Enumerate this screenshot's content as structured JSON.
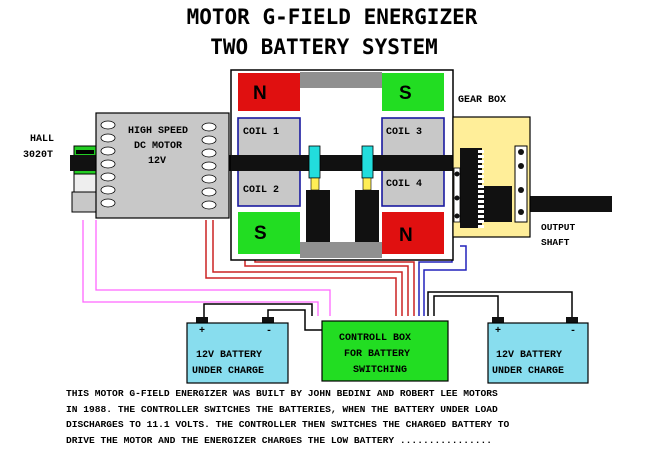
{
  "title": {
    "line1": "MOTOR G-FIELD ENERGIZER",
    "line2": "TWO BATTERY SYSTEM"
  },
  "hall_sensor": {
    "line1": "HALL",
    "line2": "3020T"
  },
  "dc_motor": {
    "line1": "HIGH SPEED",
    "line2": "DC MOTOR",
    "line3": "12V"
  },
  "energizer": {
    "pole_top_left": "N",
    "pole_top_right": "S",
    "pole_bottom_left": "S",
    "pole_bottom_right": "N",
    "coil1": "COIL 1",
    "coil2": "COIL 2",
    "coil3": "COIL 3",
    "coil4": "COIL 4"
  },
  "gear_box": {
    "label": "GEAR BOX"
  },
  "output_shaft": {
    "line1": "OUTPUT",
    "line2": "SHAFT"
  },
  "battery_left": {
    "line1": "12V BATTERY",
    "line2": "UNDER CHARGE",
    "plus": "+",
    "minus": "-"
  },
  "battery_right": {
    "line1": "12V BATTERY",
    "line2": "UNDER CHARGE",
    "plus": "+",
    "minus": "-"
  },
  "control_box": {
    "line1": "CONTROLL BOX",
    "line2": "FOR BATTERY",
    "line3": "SWITCHING"
  },
  "description": {
    "line1": "THIS MOTOR G-FIELD ENERGIZER WAS BUILT BY JOHN BEDINI AND ROBERT LEE MOTORS",
    "line2": "IN 1988. THE CONTROLLER SWITCHES THE BATTERIES, WHEN THE BATTERY UNDER LOAD",
    "line3": "DISCHARGES TO 11.1 VOLTS. THE CONTROLLER THEN SWITCHES THE CHARGED BATTERY TO",
    "line4": "DRIVE THE MOTOR AND THE ENERGIZER CHARGES THE LOW BATTERY ................"
  },
  "colors": {
    "magnet_north": "#e01010",
    "magnet_south": "#22dd22",
    "coil_fill": "#c8c8c8",
    "coil_border": "#1a1aa0",
    "battery_fill": "#88ddee",
    "control_fill": "#22dd22",
    "gearbox_fill": "#ffee99",
    "brush_cyan": "#22dddd",
    "wire_red": "#cc2222",
    "wire_blue": "#2222bb",
    "wire_pink": "#ff66ff"
  }
}
